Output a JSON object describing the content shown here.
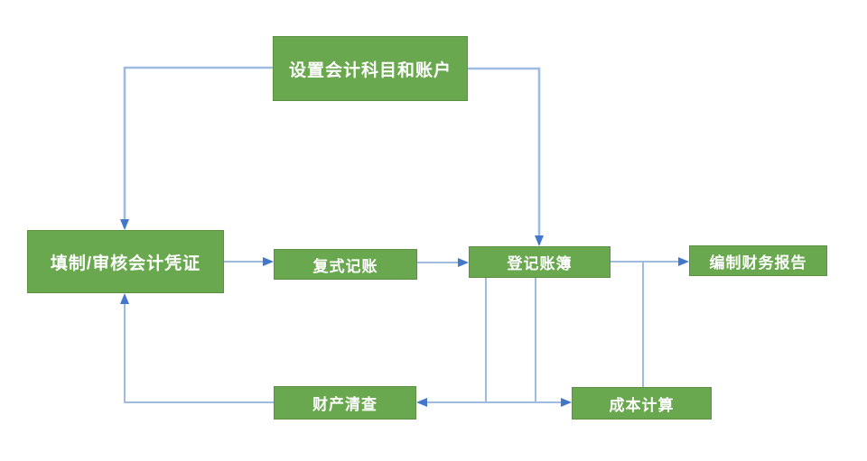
{
  "colors": {
    "node_fill": "#6aa84f",
    "node_border": "#5b9141",
    "node_text": "#ffffff",
    "line": "#9fbbdf",
    "arrowhead": "#4377c9",
    "background": "#ffffff"
  },
  "diagram": {
    "type": "flowchart",
    "nodes": [
      {
        "id": "setup",
        "label": "设置会计科目和账户"
      },
      {
        "id": "voucher",
        "label": "填制/审核会计凭证"
      },
      {
        "id": "double_entry",
        "label": "复式记账"
      },
      {
        "id": "ledger",
        "label": "登记账簿"
      },
      {
        "id": "report",
        "label": "编制财务报告"
      },
      {
        "id": "inventory",
        "label": "财产清查"
      },
      {
        "id": "cost",
        "label": "成本计算"
      }
    ],
    "edges": [
      {
        "from": "设置会计科目和账户",
        "to": "填制/审核会计凭证",
        "style": "arrow"
      },
      {
        "from": "设置会计科目和账户",
        "to": "登记账簿",
        "style": "arrow"
      },
      {
        "from": "填制/审核会计凭证",
        "to": "复式记账",
        "style": "arrow"
      },
      {
        "from": "复式记账",
        "to": "登记账簿",
        "style": "arrow"
      },
      {
        "from": "登记账簿",
        "to": "编制财务报告",
        "style": "arrow"
      },
      {
        "from": "登记账簿",
        "to": "财产清查",
        "style": "arrow"
      },
      {
        "from": "登记账簿",
        "to": "成本计算",
        "style": "arrow"
      },
      {
        "from": "登记账簿",
        "to": "成本计算",
        "style": "line"
      },
      {
        "from": "财产清查",
        "to": "填制/审核会计凭证",
        "style": "arrow"
      }
    ]
  }
}
